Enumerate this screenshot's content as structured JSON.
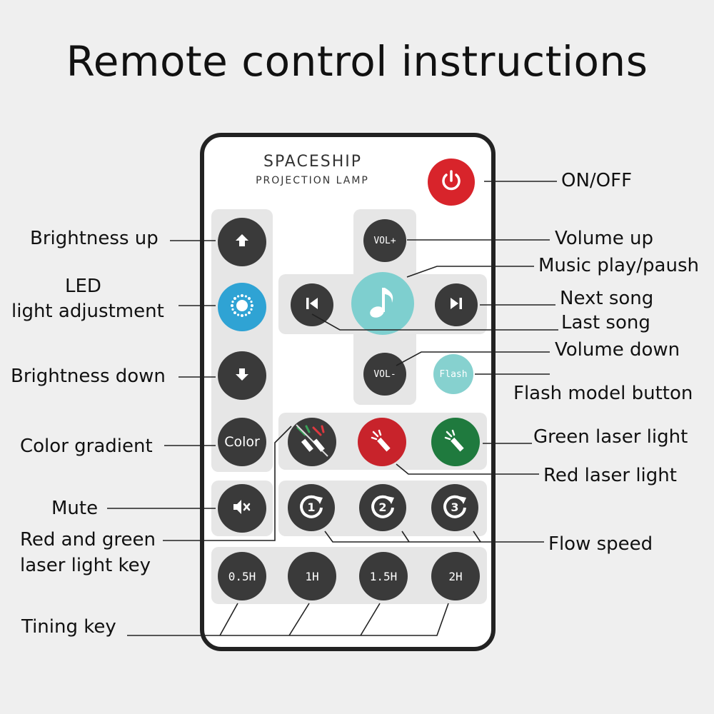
{
  "title": "Remote control instructions",
  "brand": {
    "line1": "SPACESHIP",
    "line2": "PROJECTION LAMP"
  },
  "buttons": {
    "vol_up": "VOL+",
    "vol_down": "VOL-",
    "flash": "Flash",
    "color": "Color",
    "timer_05": "0.5H",
    "timer_1": "1H",
    "timer_15": "1.5H",
    "timer_2": "2H"
  },
  "labels": {
    "on_off": "ON/OFF",
    "brightness_up": "Brightness up",
    "led_1": "LED",
    "led_2": "light adjustment",
    "brightness_down": "Brightness down",
    "color_gradient": "Color gradient",
    "mute": "Mute",
    "red_green_1": "Red and green",
    "red_green_2": "laser light key",
    "timing_key": "Tining key",
    "volume_up": "Volume up",
    "music_play": "Music play/paush",
    "next_song": "Next song",
    "last_song": "Last song",
    "volume_down": "Volume down",
    "flash_model": "Flash model button",
    "green_laser": "Green laser light",
    "red_laser": "Red laser light",
    "flow_speed": "Flow speed"
  },
  "colors": {
    "power": "#d8242b",
    "led": "#2fa3d4",
    "music": "#7ecfcf",
    "flash": "#86d1cf",
    "red_laser": "#c8232b",
    "green_laser": "#1f7a3e",
    "dark_button": "#3a3a3a"
  }
}
